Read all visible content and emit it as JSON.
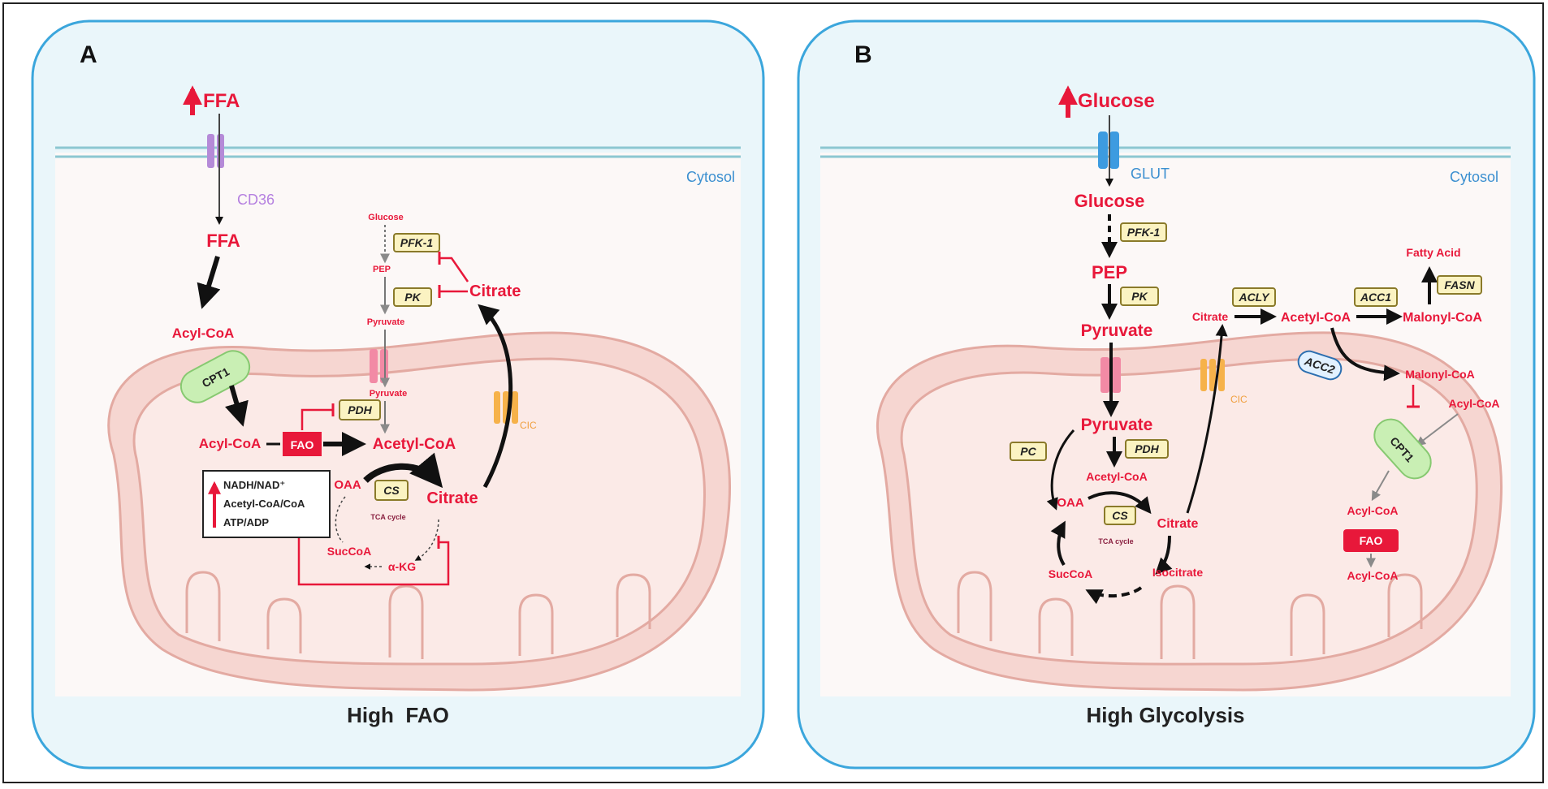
{
  "panel_a": {
    "letter": "A",
    "caption": "High  FAO",
    "cytosol": "Cytosol",
    "ffa_top": "FFA",
    "cd36": "CD36",
    "ffa": "FFA",
    "acyl_coa_cyto": "Acyl-CoA",
    "cpt1": "CPT1",
    "acyl_coa_mito": "Acyl-CoA",
    "fao": "FAO",
    "acetyl_coa": "Acetyl-CoA",
    "pdh": "PDH",
    "glucose": "Glucose",
    "pfk1": "PFK-1",
    "pep": "PEP",
    "pk": "PK",
    "citrate_cyto": "Citrate",
    "pyruvate_cyto": "Pyruvate",
    "pyruvate_mito": "Pyruvate",
    "cic": "CIC",
    "oaa": "OAA",
    "cs": "CS",
    "citrate_mito": "Citrate",
    "tca": "TCA cycle",
    "succoa": "SucCoA",
    "akg": "α-KG",
    "ratio_lines": [
      "NADH/NAD⁺",
      "Acetyl-CoA/CoA",
      "ATP/ADP"
    ]
  },
  "panel_b": {
    "letter": "B",
    "caption": "High Glycolysis",
    "cytosol": "Cytosol",
    "glucose_top": "Glucose",
    "glut": "GLUT",
    "glucose": "Glucose",
    "pfk1": "PFK-1",
    "pep": "PEP",
    "pk": "PK",
    "pyruvate_cyto": "Pyruvate",
    "pyruvate_mito": "Pyruvate",
    "pc": "PC",
    "pdh": "PDH",
    "acetyl_coa_mito": "Acetyl-CoA",
    "oaa": "OAA",
    "cs": "CS",
    "citrate_mito": "Citrate",
    "tca": "TCA cycle",
    "succoa": "SucCoA",
    "isocitrate": "Isocitrate",
    "cic": "CIC",
    "acly": "ACLY",
    "citrate_cyto": "Citrate",
    "acetyl_coa_cyto": "Acetyl-CoA",
    "acc1": "ACC1",
    "malonyl_coa_1": "Malonyl-CoA",
    "fasn": "FASN",
    "fatty_acid": "Fatty Acid",
    "acc2": "ACC2",
    "malonyl_coa_2": "Malonyl-CoA",
    "acyl_coa_cyto": "Acyl-CoA",
    "cpt1": "CPT1",
    "acyl_coa_mito": "Acyl-CoA",
    "fao": "FAO",
    "acyl_coa_out": "Acyl-CoA"
  }
}
